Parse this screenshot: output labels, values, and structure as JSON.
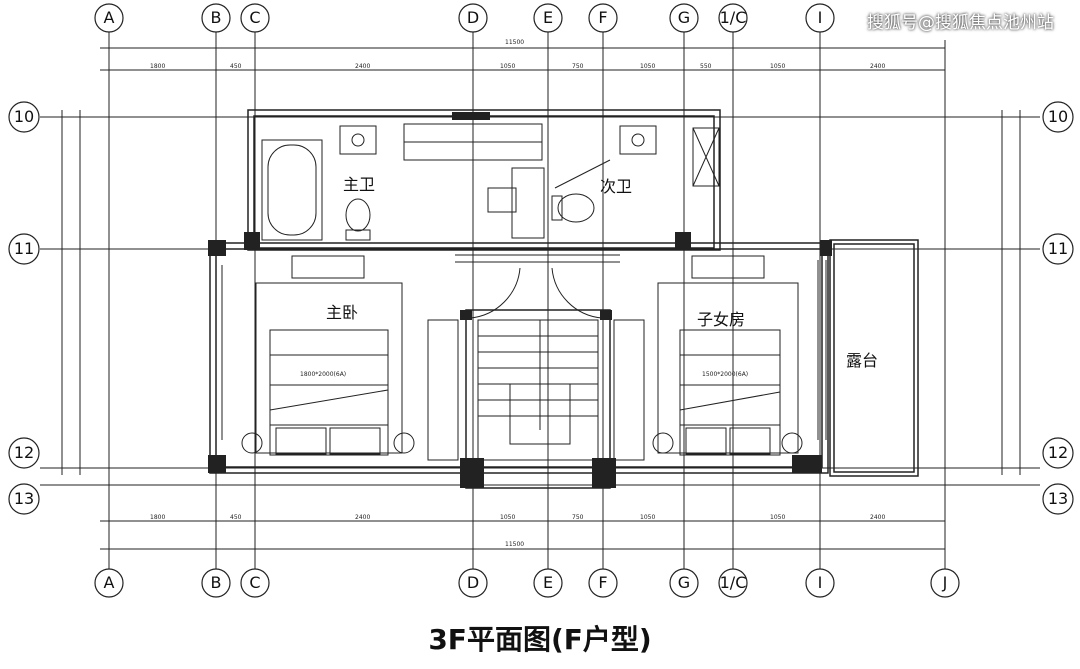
{
  "caption": "3F平面图(F户型)",
  "watermark": "搜狐号@搜狐焦点池州站",
  "axes_top": [
    "A",
    "B",
    "C",
    "D",
    "E",
    "F",
    "G",
    "1/C",
    "I"
  ],
  "axes_bottom": [
    "A",
    "B",
    "C",
    "D",
    "E",
    "F",
    "G",
    "1/C",
    "I",
    "J"
  ],
  "rows_left": [
    "10",
    "11",
    "12",
    "13"
  ],
  "rows_right": [
    "10",
    "11",
    "12",
    "13"
  ],
  "rooms": {
    "master_bath": "主卫",
    "second_bath": "次卫",
    "master_bedroom": "主卧",
    "kids_room": "子女房",
    "terrace": "露台"
  },
  "beds": {
    "master": "1800*2000(6A)",
    "kids": "1500*2000(6A)"
  }
}
